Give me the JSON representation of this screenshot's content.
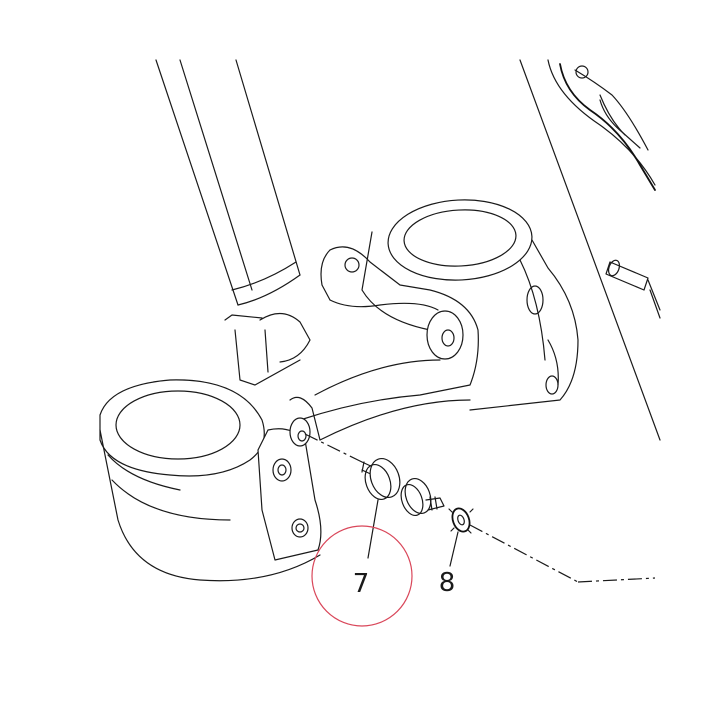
{
  "callouts": [
    {
      "id": "7",
      "label": "7",
      "highlighted": true
    },
    {
      "id": "8",
      "label": "8",
      "highlighted": false
    }
  ],
  "colors": {
    "line": "#1a1a1a",
    "highlight_circle": "#d9475a",
    "background": "#ffffff"
  }
}
